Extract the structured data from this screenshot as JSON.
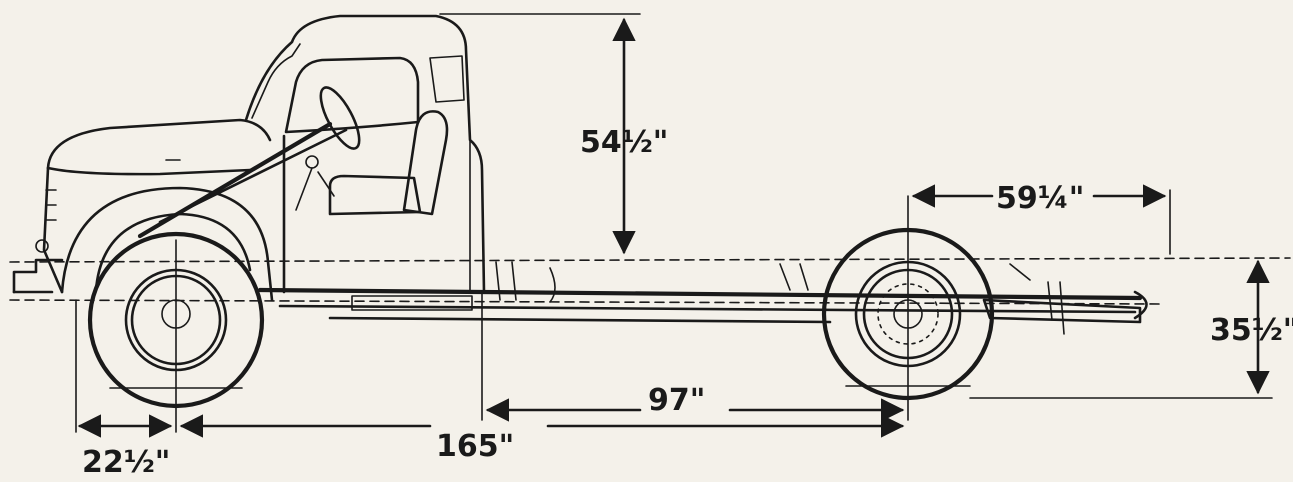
{
  "dimensions": {
    "cab_height": "54½\"",
    "frame_overhang": "59¼\"",
    "frame_height": "35½\"",
    "cab_to_axle": "97\"",
    "wheelbase": "165\"",
    "bumper_to_front_axle": "22½\""
  },
  "ink_color": "#1a1a1a",
  "paper_color": "#f4f1ea"
}
